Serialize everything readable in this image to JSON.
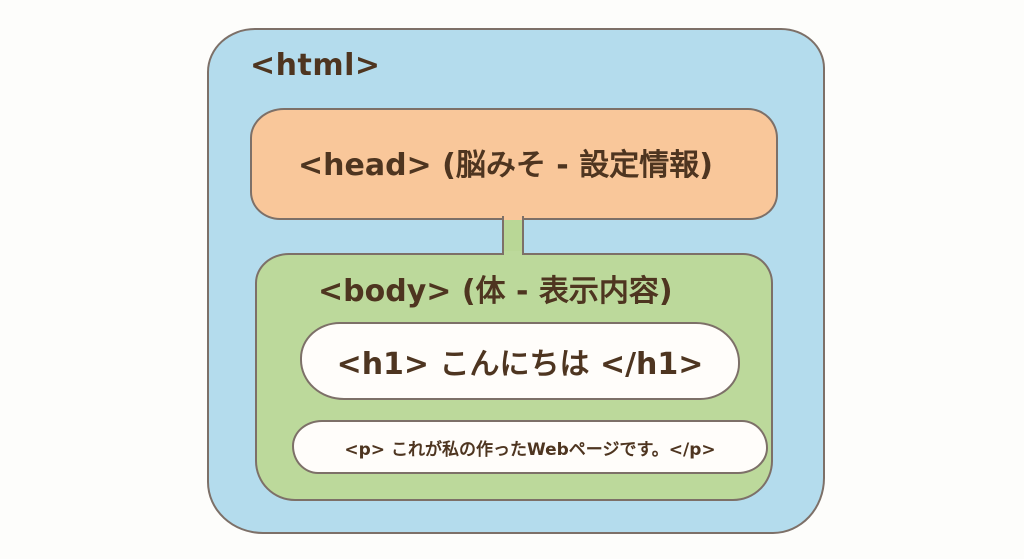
{
  "diagram": {
    "html": {
      "label": "<html>",
      "color": "#b4dced"
    },
    "head": {
      "label": "<head> (脳みそ - 設定情報)",
      "color": "#f9c79a"
    },
    "body": {
      "label": "<body> (体 - 表示内容)",
      "color": "#bcd99b"
    },
    "h1": {
      "label": "<h1> こんにちは </h1>",
      "color": "#fffdfa"
    },
    "p": {
      "label": "<p> これが私の作ったWebページです。</p>",
      "color": "#fffdfa"
    },
    "text_color": "#4e3520",
    "outline_color": "#7d7068"
  }
}
